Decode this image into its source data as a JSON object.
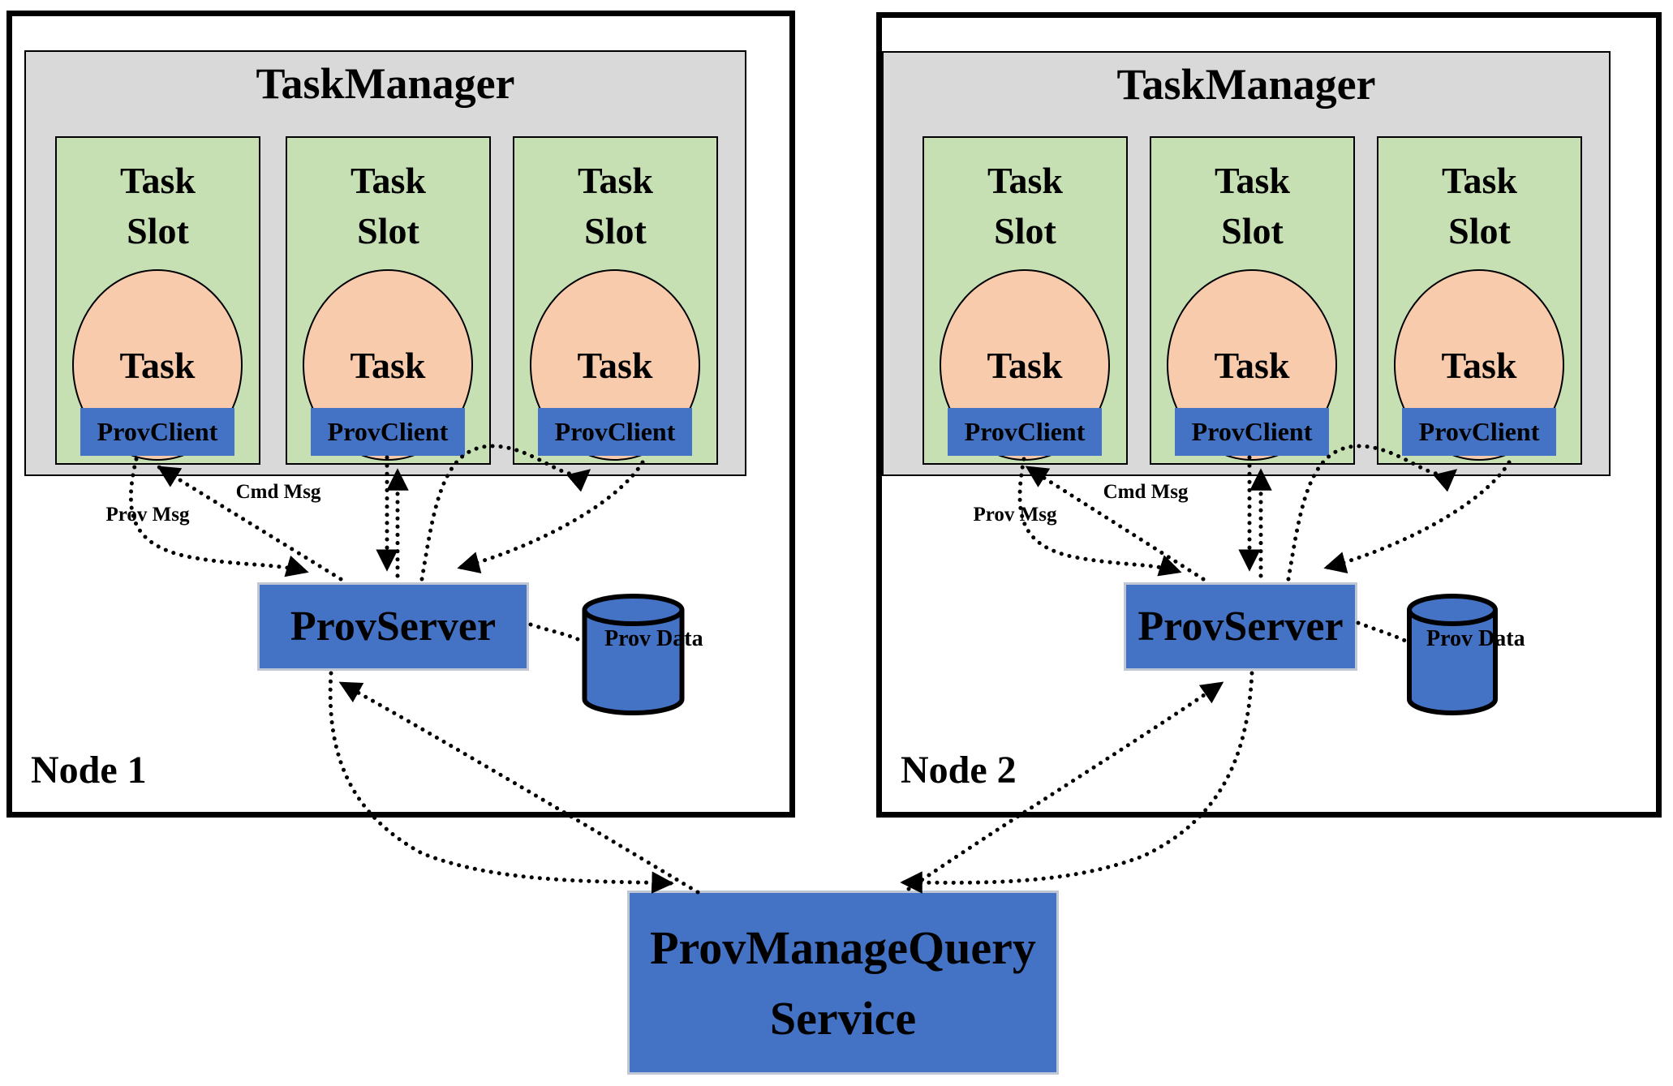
{
  "colors": {
    "accent_blue": "#4472C4",
    "slot_green": "#C6E0B4",
    "task_peach": "#F8CBAD",
    "manager_gray": "#D9D9D9",
    "line_black": "#000000"
  },
  "nodes": [
    {
      "label": "Node 1",
      "taskmanager_title": "TaskManager",
      "slots": [
        {
          "title": "Task Slot",
          "task_label": "Task",
          "provclient_label": "ProvClient"
        },
        {
          "title": "Task Slot",
          "task_label": "Task",
          "provclient_label": "ProvClient"
        },
        {
          "title": "Task Slot",
          "task_label": "Task",
          "provclient_label": "ProvClient"
        }
      ],
      "provserver_label": "ProvServer",
      "provdata_label": "Prov Data",
      "arrow_labels": {
        "prov_msg": "Prov Msg",
        "cmd_msg": "Cmd Msg"
      }
    },
    {
      "label": "Node 2",
      "taskmanager_title": "TaskManager",
      "slots": [
        {
          "title": "Task Slot",
          "task_label": "Task",
          "provclient_label": "ProvClient"
        },
        {
          "title": "Task Slot",
          "task_label": "Task",
          "provclient_label": "ProvClient"
        },
        {
          "title": "Task Slot",
          "task_label": "Task",
          "provclient_label": "ProvClient"
        }
      ],
      "provserver_label": "ProvServer",
      "provdata_label": "Prov Data",
      "arrow_labels": {
        "prov_msg": "Prov Msg",
        "cmd_msg": "Cmd Msg"
      }
    }
  ],
  "service": {
    "label": "ProvManageQuery Service"
  }
}
